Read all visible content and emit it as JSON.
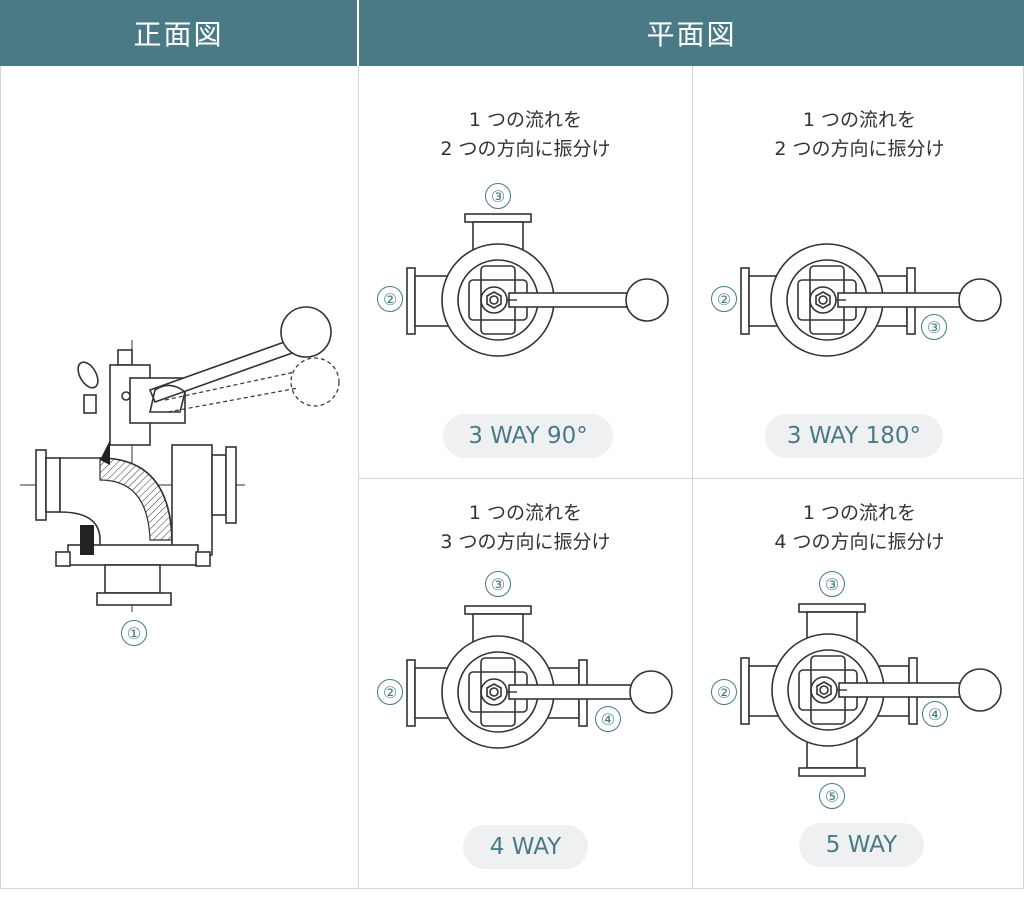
{
  "header": {
    "front_view": "正面図",
    "plan_view": "平面図"
  },
  "front": {
    "port_label": "①"
  },
  "cells": [
    {
      "caption_line1": "1 つの流れを",
      "caption_line2": "2 つの方向に振分け",
      "pill": "3 WAY 90°",
      "ports": [
        "③",
        "②"
      ]
    },
    {
      "caption_line1": "1 つの流れを",
      "caption_line2": "2 つの方向に振分け",
      "pill": "3 WAY 180°",
      "ports": [
        "②",
        "③"
      ]
    },
    {
      "caption_line1": "1 つの流れを",
      "caption_line2": "3 つの方向に振分け",
      "pill": "4 WAY",
      "ports": [
        "③",
        "②",
        "④"
      ]
    },
    {
      "caption_line1": "1 つの流れを",
      "caption_line2": "4 つの方向に振分け",
      "pill": "5 WAY",
      "ports": [
        "③",
        "②",
        "④",
        "⑤"
      ]
    }
  ],
  "colors": {
    "header_bg": "#4a7a85",
    "accent": "#4a7a85",
    "pill_bg": "#eef0f1",
    "divider": "#c9d9dc"
  }
}
